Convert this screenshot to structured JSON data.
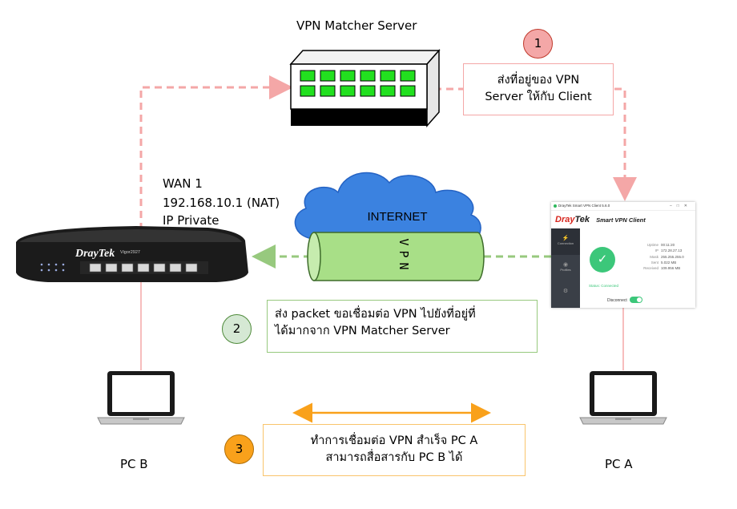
{
  "server": {
    "label": "VPN Matcher Server"
  },
  "router": {
    "wan_line1": "WAN 1",
    "wan_line2": "192.168.10.1 (NAT)",
    "wan_line3": "IP Private",
    "brand": "DrayTek",
    "model": "Vigor2927"
  },
  "cloud": {
    "label": "INTERNET"
  },
  "tunnel": {
    "label": "VPN"
  },
  "steps": [
    {
      "number": "1",
      "line1": "ส่งที่อยู่ของ VPN",
      "line2": "Server ให้กับ Client",
      "color": "#f4a7a7",
      "border": "#f4a7a7"
    },
    {
      "number": "2",
      "line1": "ส่ง packet ขอเชื่อมต่อ VPN ไปยังที่อยู่ที่",
      "line2": "ได้มากจาก VPN Matcher Server",
      "color": "#d5e8d4",
      "border": "#97c97e"
    },
    {
      "number": "3",
      "line1": "ทำการเชื่อมต่อ VPN สำเร็จ PC A",
      "line2": "สามารถสื่อสารกับ PC B ได้",
      "color": "#f9a11b",
      "border": "#f9c46b"
    }
  ],
  "pcs": {
    "left": "PC B",
    "right": "PC A"
  },
  "vpn_client": {
    "title": "DrayTek Smart VPN Client 5.6.0",
    "brand_red": "Dray",
    "brand_dark": "Tek",
    "product": "Smart VPN Client",
    "nav": [
      "Connection",
      "Profiles",
      ""
    ],
    "stats": [
      {
        "key": "Uptime",
        "value": "00:11:20"
      },
      {
        "key": "IP",
        "value": "172.28.27.13"
      },
      {
        "key": "Mask",
        "value": "255.255.255.0"
      },
      {
        "key": "Sent",
        "value": "5.022 MB"
      },
      {
        "key": "Received",
        "value": "109.956 MB"
      }
    ],
    "status": "Status: Connected",
    "disconnect": "Disconnect"
  },
  "colors": {
    "red_line": "#f4a7a7",
    "green_line": "#97c97e",
    "orange_line": "#f9a11b",
    "cloud": "#3b82e0",
    "tunnel": "#a8df87"
  }
}
